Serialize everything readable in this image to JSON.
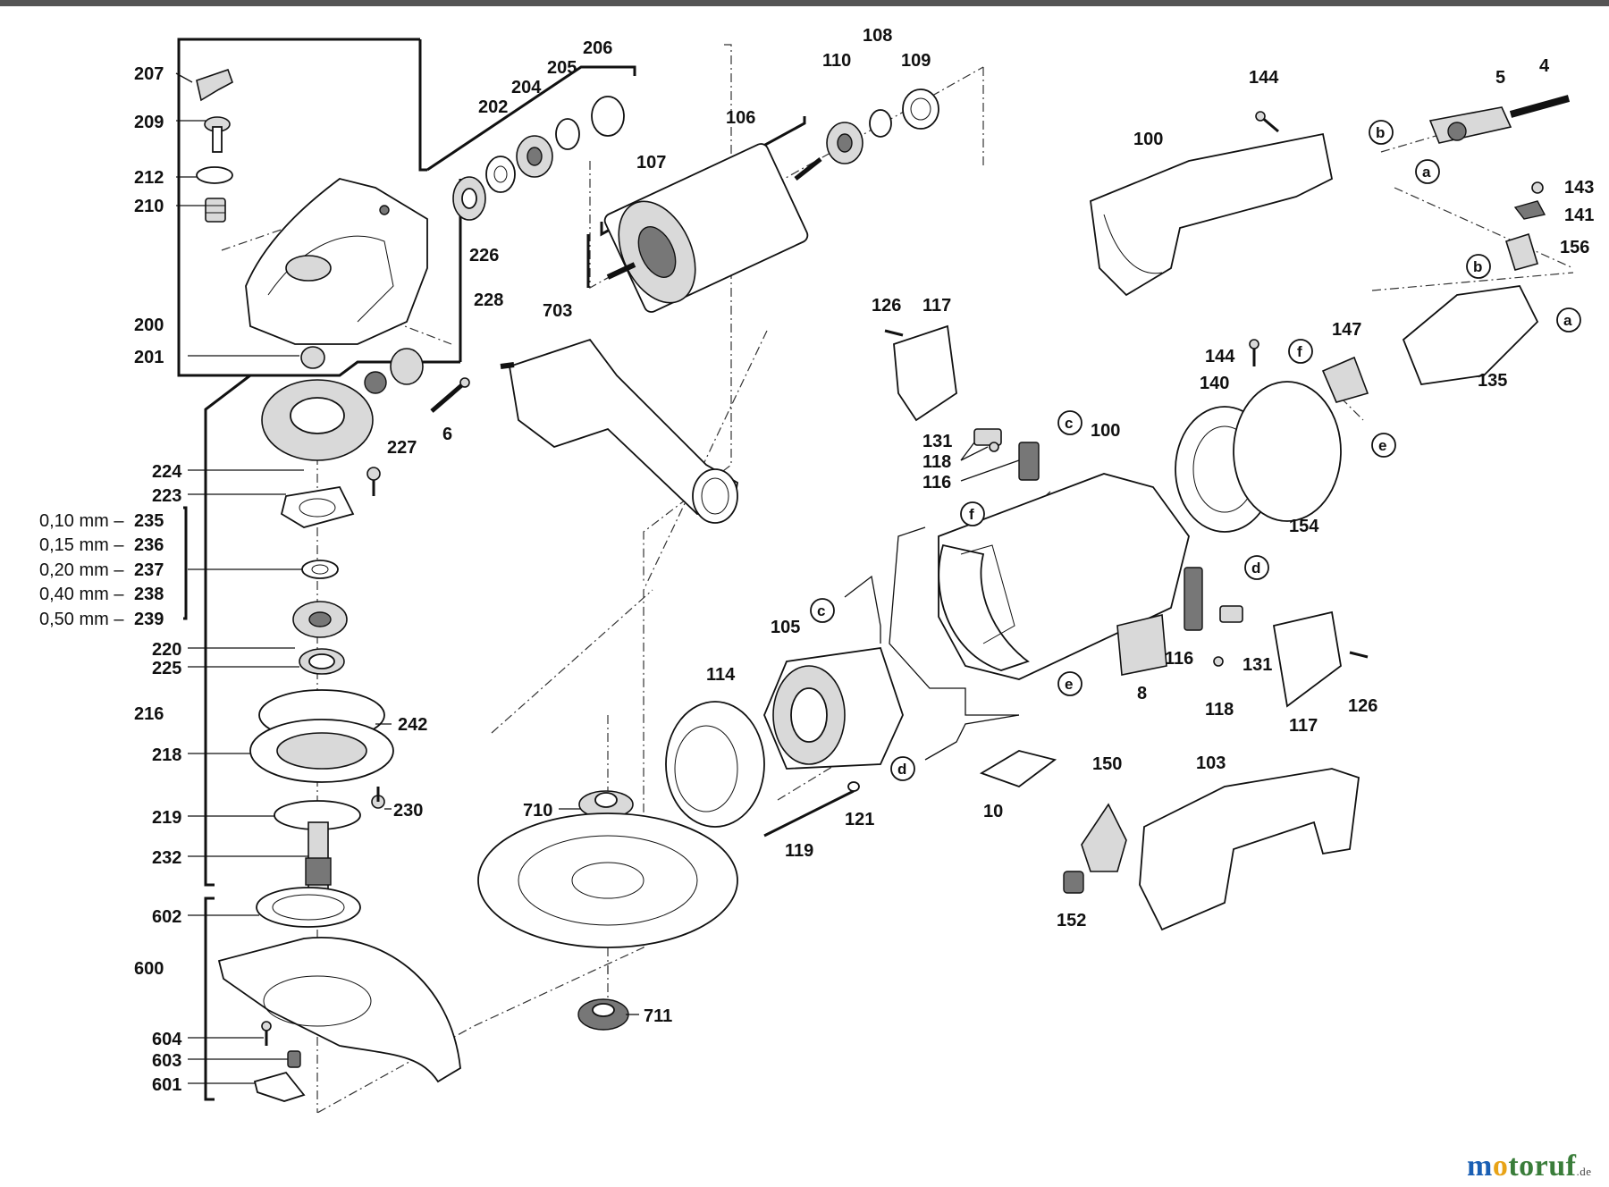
{
  "labels": {
    "l207": "207",
    "l209": "209",
    "l212": "212",
    "l210": "210",
    "l200": "200",
    "l201": "201",
    "l202": "202",
    "l204": "204",
    "l205": "205",
    "l206": "206",
    "l226": "226",
    "l228": "228",
    "l227": "227",
    "l6": "6",
    "l107": "107",
    "l106": "106",
    "l110": "110",
    "l108": "108",
    "l109": "109",
    "l703": "703",
    "l224": "224",
    "l223": "223",
    "l235": "235",
    "l236": "236",
    "l237": "237",
    "l238": "238",
    "l239": "239",
    "l220": "220",
    "l225": "225",
    "l216": "216",
    "l242": "242",
    "l218": "218",
    "l219": "219",
    "l230": "230",
    "l232": "232",
    "l602": "602",
    "l600": "600",
    "l604": "604",
    "l603": "603",
    "l601": "601",
    "l710": "710",
    "l711": "711",
    "l114": "114",
    "l105": "105",
    "l119": "119",
    "l121": "121",
    "l126a": "126",
    "l117a": "117",
    "l131a": "131",
    "l118a": "118",
    "l116a": "116",
    "l100a": "100",
    "l144a": "144",
    "l140": "140",
    "l154": "154",
    "l10": "10",
    "l8": "8",
    "l116b": "116",
    "l131b": "131",
    "l118b": "118",
    "l117b": "117",
    "l126b": "126",
    "l150": "150",
    "l103": "103",
    "l152": "152",
    "l144b": "144",
    "l100b": "100",
    "l5": "5",
    "l4": "4",
    "l143": "143",
    "l141": "141",
    "l156": "156",
    "l147": "147",
    "l135": "135"
  },
  "shims": [
    {
      "mm": "0,10 mm –",
      "part": "235"
    },
    {
      "mm": "0,15 mm –",
      "part": "236"
    },
    {
      "mm": "0,20 mm –",
      "part": "237"
    },
    {
      "mm": "0,40 mm –",
      "part": "238"
    },
    {
      "mm": "0,50 mm –",
      "part": "239"
    }
  ],
  "connectors": {
    "c1": "c",
    "c2": "c",
    "d1": "d",
    "d2": "d",
    "e1": "e",
    "f1": "f",
    "f2": "f",
    "e2": "e",
    "a1": "a",
    "a2": "a",
    "b1": "b",
    "b2": "b"
  },
  "watermark": {
    "brand": "motoruf",
    "tld": ".de",
    "color_m1": "#1a5fb4",
    "color_o": "#e8a317",
    "color_rest": "#3a7d3a"
  }
}
